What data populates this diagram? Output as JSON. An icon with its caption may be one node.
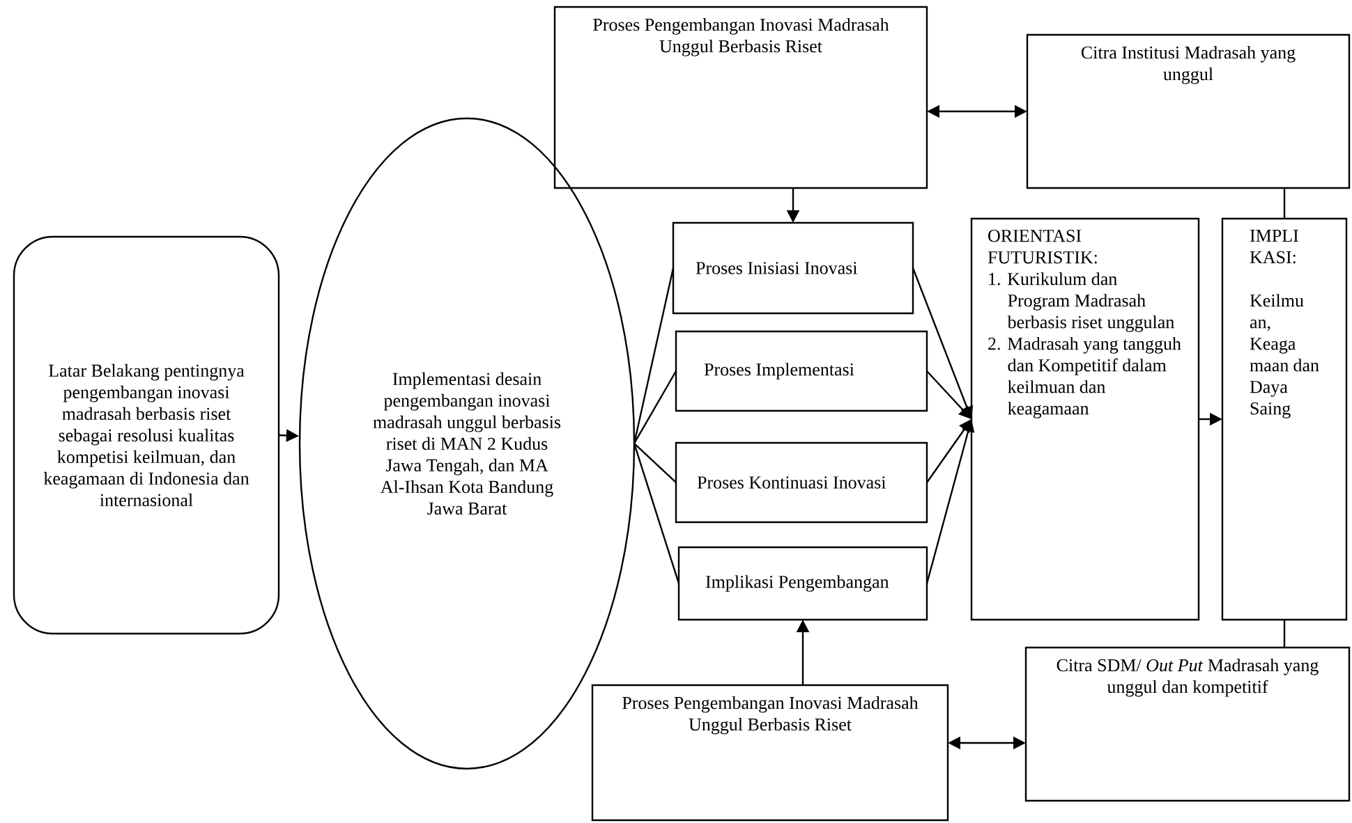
{
  "diagram": {
    "nodes": [
      {
        "text": [
          "Latar Belakang pentingnya pengembangan inovasi madrasah berbasis riset sebagai resolusi kualitas kompetisi keilmuan, dan keagamaan di Indonesia dan internasional"
        ]
      },
      {
        "text": [
          "Implementasi desain pengembangan inovasi madrasah unggul berbasis riset di MAN 2 Kudus Jawa Tengah, dan MA Al-Ihsan Kota Bandung Jawa Barat"
        ]
      },
      {
        "text": [
          "Proses Pengembangan Inovasi Madrasah Unggul Berbasis Riset"
        ]
      },
      {
        "text": [
          "Citra Institusi Madrasah yang unggul"
        ]
      },
      {
        "text": [
          "Proses Inisiasi Inovasi"
        ]
      },
      {
        "text": [
          "Proses Implementasi"
        ]
      },
      {
        "text": [
          "Proses Kontinuasi Inovasi"
        ]
      },
      {
        "text": [
          "Implikasi Pengembangan"
        ]
      },
      {
        "text": [
          "ORIENTASI FUTURISTIK:",
          "1. Kurikulum dan Program Madrasah berbasis riset unggulan",
          "2. Madrasah yang tangguh dan Kompetitif dalam keilmuan dan keagamaan"
        ]
      },
      {
        "text": [
          "IMPLI KASI:",
          "Keilmu an, Keaga maan dan Daya Saing"
        ]
      },
      {
        "text": [
          "Proses Pengembangan Inovasi Madrasah Unggul Berbasis Riset"
        ]
      },
      {
        "text": [
          "Citra SDM/ *Out Put* Madrasah yang unggul dan kompetitif"
        ]
      }
    ],
    "edges": [
      {
        "from": 0,
        "to": 1,
        "arrow": "to"
      },
      {
        "from": 2,
        "to": 4,
        "arrow": "to"
      },
      {
        "from": 2,
        "to": 3,
        "arrow": "both"
      },
      {
        "from": 1,
        "to": 4,
        "arrow": "none"
      },
      {
        "from": 1,
        "to": 5,
        "arrow": "none"
      },
      {
        "from": 1,
        "to": 6,
        "arrow": "none"
      },
      {
        "from": 1,
        "to": 7,
        "arrow": "none"
      },
      {
        "from": 4,
        "to": 8,
        "arrow": "to"
      },
      {
        "from": 5,
        "to": 8,
        "arrow": "to"
      },
      {
        "from": 6,
        "to": 8,
        "arrow": "to"
      },
      {
        "from": 7,
        "to": 8,
        "arrow": "to"
      },
      {
        "from": 8,
        "to": 9,
        "arrow": "to"
      },
      {
        "from": 3,
        "to": 9,
        "arrow": "none"
      },
      {
        "from": 9,
        "to": 11,
        "arrow": "none"
      },
      {
        "from": 10,
        "to": 7,
        "arrow": "to"
      },
      {
        "from": 10,
        "to": 11,
        "arrow": "both"
      }
    ]
  }
}
